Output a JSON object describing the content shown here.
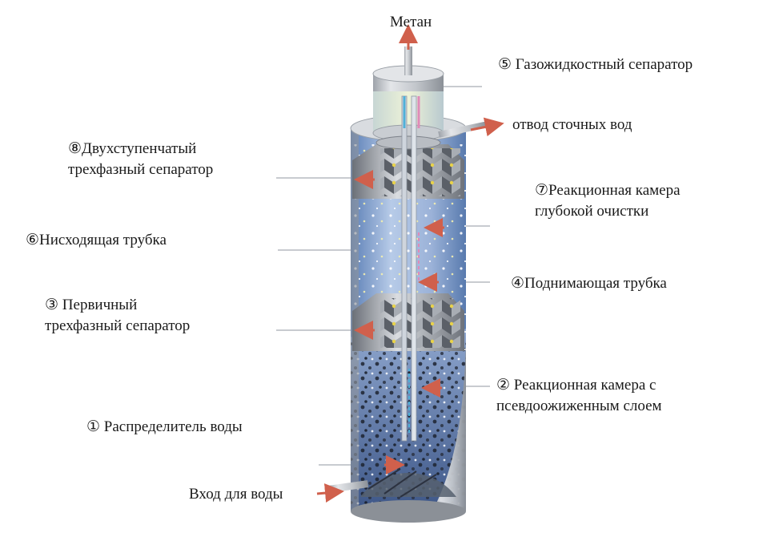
{
  "labels": {
    "methane": "Метан",
    "gas_liquid_separator": "⑤  Газожидкостный сепаратор",
    "wastewater_outlet": "отвод сточных вод",
    "two_stage_separator": {
      "line1": "⑧Двухступенчатый",
      "line2": "трехфазный сепаратор"
    },
    "deep_treatment_chamber": {
      "line1": "⑦Реакционная камера",
      "line2": "глубокой очистки"
    },
    "downcomer": "⑥Нисходящая трубка",
    "riser": "④Поднимающая трубка",
    "primary_separator": {
      "line1": "③  Первичный",
      "line2": "трехфазный сепаратор"
    },
    "fluidized_chamber": {
      "line1": "② Реакционная камера с",
      "line2": "псевдоожиженным слоем"
    },
    "water_distributor": "① Распределитель воды",
    "water_inlet": "Вход для воды"
  },
  "colors": {
    "column_steel": "#b9bdc3",
    "liquid_blue": "#7f9fcf",
    "arrow_red": "#d0604c",
    "arrow_pink": "#e08ab8",
    "arrow_cyan": "#4fb0d8",
    "leader_line": "#c8cbd0"
  }
}
